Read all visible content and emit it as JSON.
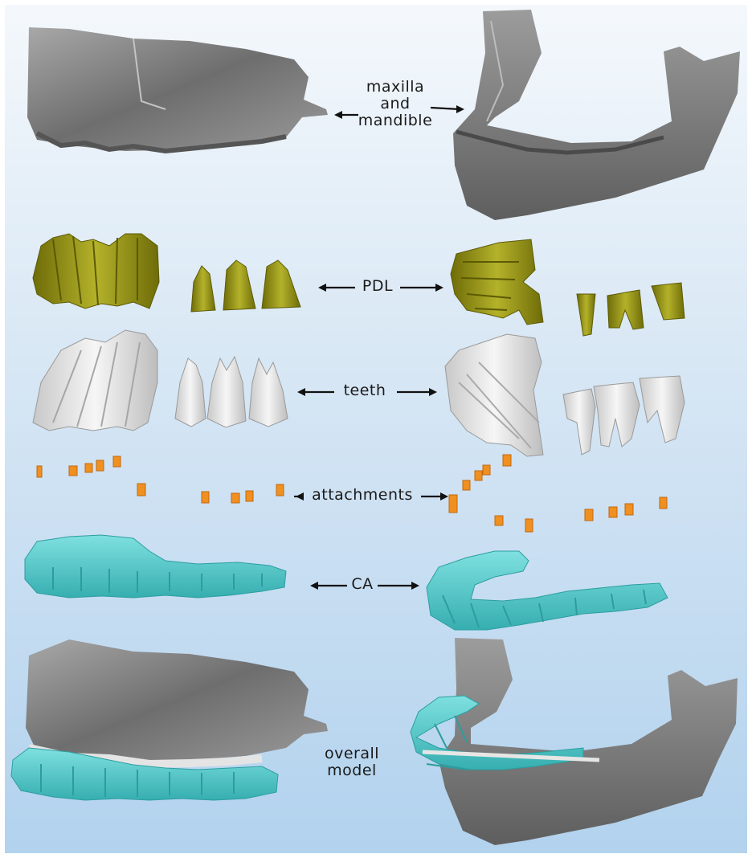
{
  "labels": {
    "maxilla_line1": "maxilla",
    "maxilla_line2": "and",
    "maxilla_line3": "mandible",
    "pdl": "PDL",
    "teeth": "teeth",
    "attachments": "attachments",
    "ca": "CA",
    "overall_line1": "overall",
    "overall_line2": "model"
  },
  "colors": {
    "bone": "#7a7a7a",
    "bone_light": "#b8b8b8",
    "pdl": "#8c8a14",
    "tooth": "#e6e6e6",
    "attachment": "#f09020",
    "aligner": "#4cc8c8"
  }
}
